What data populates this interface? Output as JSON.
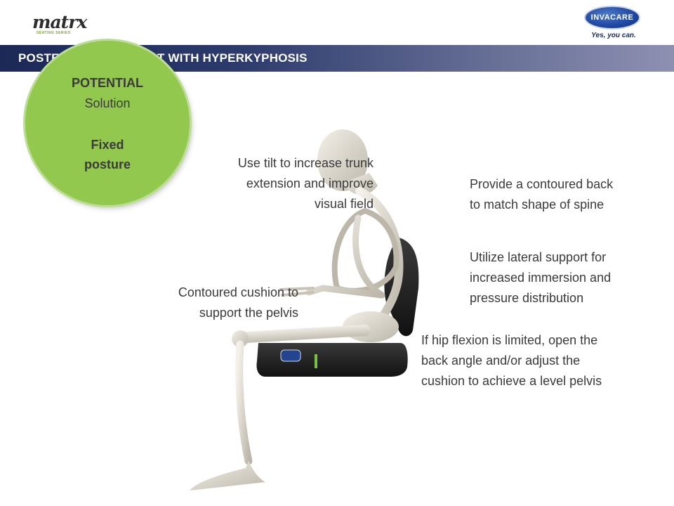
{
  "header": {
    "matrx_logo": "matrx",
    "matrx_sub": "SEATING SERIES",
    "invacare_logo": "INVACARE",
    "invacare_tagline": "Yes, you can."
  },
  "banner": {
    "title": "POSTERIOR PELVIC TILT WITH HYPERKYPHOSIS"
  },
  "circle": {
    "line1": "POTENTIAL",
    "line2": "Solution",
    "line3": "Fixed",
    "line4": "posture"
  },
  "notes": {
    "tilt": [
      "Use tilt to increase trunk",
      "extension and improve",
      "visual field"
    ],
    "back": [
      "Provide a contoured back",
      "to match shape of spine"
    ],
    "lateral": [
      "Utilize lateral support for",
      "increased immersion and",
      "pressure distribution"
    ],
    "cushion": [
      "Contoured cushion to",
      "support the pelvis"
    ],
    "hip": [
      "If hip flexion is limited,  open the",
      "back angle and/or adjust the",
      "cushion to achieve a level pelvis"
    ]
  },
  "colors": {
    "banner_dark": "#1c2957",
    "banner_light": "#8e90b2",
    "circle_green": "#92c84d",
    "cushion_black": "#1a1a1a",
    "cushion_accent": "#7ac143"
  }
}
